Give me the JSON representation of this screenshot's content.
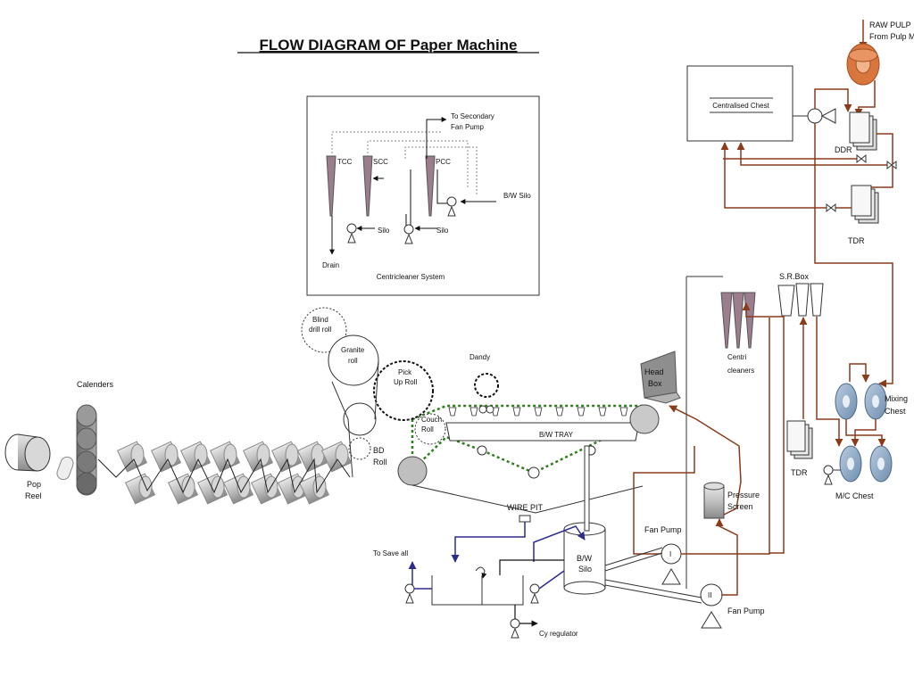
{
  "title": "FLOW DIAGRAM OF Paper Machine",
  "raw_pulp": {
    "line1": "RAW PULP",
    "line2": "From Pulp M"
  },
  "centralised_chest": "Centralised Chest",
  "ddr": "DDR",
  "tdr_top": "TDR",
  "sr_box": "S.R.Box",
  "centri_cleaners": {
    "line1": "Centri",
    "line2": "cleaners"
  },
  "head_box": {
    "line1": "Head",
    "line2": "Box"
  },
  "mixing_chest": {
    "line1": "Mixing",
    "line2": "Chest"
  },
  "tdr_mid": "TDR",
  "mc_chest": "M/C Chest",
  "pressure_screen": {
    "line1": "Pressure",
    "line2": "Screen"
  },
  "fan_pump_1": {
    "label": "Fan Pump",
    "numeral": "I"
  },
  "fan_pump_2": {
    "label": "Fan Pump",
    "numeral": "II"
  },
  "bw_silo": {
    "line1": "B/W",
    "line2": "Silo"
  },
  "wire_pit": "WIRE PIT",
  "to_save_all": "To Save all",
  "cy_regulator": "Cy regulator",
  "bw_tray": "B/W TRAY",
  "dandy": "Dandy",
  "couch_roll": {
    "line1": "Couch",
    "line2": "Roll"
  },
  "pick_up_roll": {
    "line1": "Pick",
    "line2": "Up Roll"
  },
  "granite_roll": {
    "line1": "Granite",
    "line2": "roll"
  },
  "blind_drill_roll": {
    "line1": "Blind",
    "line2": "drill roll"
  },
  "bd_roll": {
    "line1": "BD",
    "line2": "Roll"
  },
  "calenders": "Calenders",
  "pop_reel": {
    "line1": "Pop",
    "line2": "Reel"
  },
  "centricleaner_system": {
    "caption": "Centricleaner System",
    "to_secondary": {
      "line1": "To Secondary",
      "line2": "Fan Pump"
    },
    "tcc": "TCC",
    "scc": "SCC",
    "pcc": "PCC",
    "bw_silo": "B/W Silo",
    "silo_1": "Silo",
    "silo_2": "Silo",
    "drain": "Drain"
  },
  "colors": {
    "pipe_brown": "#8b3a1a",
    "pipe_blue": "#2b2b8f",
    "wire_green": "#2e7d1f",
    "cleaner_purple": "#9c7d8e",
    "chest_blue": "#8fa9c4",
    "raw_pulp_orange": "#d8763e"
  }
}
